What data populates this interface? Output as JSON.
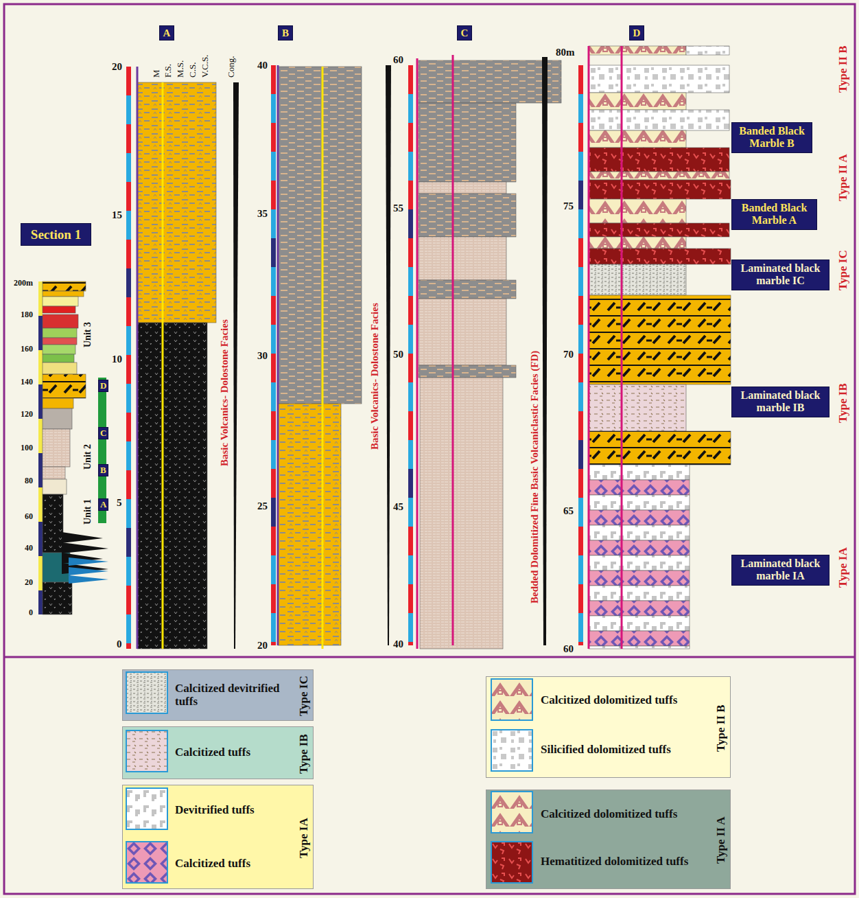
{
  "diagram": {
    "nodes": [
      {
        "text": [
          "A"
        ]
      },
      {
        "text": [
          "B"
        ]
      },
      {
        "text": [
          "C"
        ]
      },
      {
        "text": [
          "D"
        ]
      },
      {
        "text": [
          "Section 1"
        ]
      },
      {
        "text": [
          "D"
        ]
      },
      {
        "text": [
          "C"
        ]
      },
      {
        "text": [
          "B"
        ]
      },
      {
        "text": [
          "A"
        ]
      },
      {
        "text": [
          "Banded Black Marble B"
        ]
      },
      {
        "text": [
          "Banded Black Marble A"
        ]
      },
      {
        "text": [
          "Laminated black marble IC"
        ]
      },
      {
        "text": [
          "Laminated black marble IB"
        ]
      },
      {
        "text": [
          "Laminated black marble IA"
        ]
      },
      {
        "text": [
          "Type IC"
        ]
      },
      {
        "text": [
          "Type IB"
        ]
      },
      {
        "text": [
          "Type IA"
        ]
      },
      {
        "text": [
          "Type II B"
        ]
      },
      {
        "text": [
          "Type II A"
        ]
      }
    ],
    "edges": [],
    "labels": [
      "M",
      "F.S.",
      "M.S.",
      "C.S.",
      "V.C.S.",
      "Cong.",
      "20",
      "15",
      "10",
      "5",
      "0",
      "40",
      "35",
      "30",
      "25",
      "20",
      "60",
      "55",
      "50",
      "45",
      "40",
      "80m",
      "75",
      "70",
      "65",
      "60",
      "200m",
      "180",
      "160",
      "140",
      "120",
      "100",
      "80",
      "60",
      "40",
      "20",
      "0",
      "Unit 3",
      "Unit 2",
      "Unit 1",
      "Basic Volcanics- Dolostone Facies",
      "Basic Volcanics- Dolostone Facies",
      "Bedded Dolomitized Fine Basic Volcaniclastic Facies (FD)",
      "Type II B",
      "Type II A",
      "Type IC",
      "Type IB",
      "Type IA"
    ],
    "legend": [
      {
        "text": "Calcitized devitrified tuffs"
      },
      {
        "text": "Calcitized tuffs"
      },
      {
        "text": "Devitrified tuffs"
      },
      {
        "text": "Calcitized tuffs"
      },
      {
        "text": "Calcitized dolomitized tuffs"
      },
      {
        "text": "Silicified dolomitized tuffs"
      },
      {
        "text": "Calcitized dolomitized tuffs"
      },
      {
        "text": "Hematitized dolomitized tuffs"
      }
    ]
  }
}
